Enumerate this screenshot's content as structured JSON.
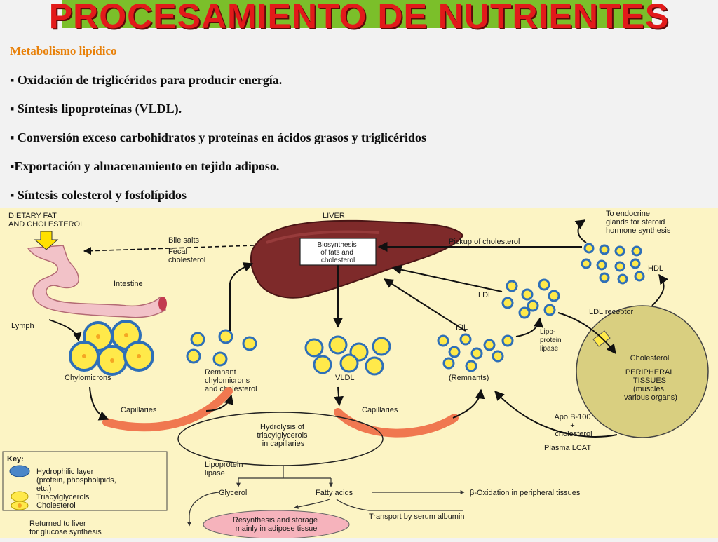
{
  "slide": {
    "title": "PROCESAMIENTO DE NUTRIENTES",
    "subtitle": "Metabolismo lipídico",
    "bullets": [
      "▪ Oxidación de triglicéridos para producir energía.",
      "▪ Síntesis lipoproteínas (VLDL).",
      "▪ Conversión exceso carbohidratos y proteínas en ácidos grasos y triglicéridos",
      "▪Exportación y almacenamiento en tejido adiposo.",
      "▪ Síntesis colesterol y fosfolípidos"
    ]
  },
  "diagram": {
    "dietary_fat": "DIETARY FAT",
    "and_cholesterol": "AND CHOLESTEROL",
    "liver": "LIVER",
    "biosynthesis": [
      "Biosynthesis",
      "of fats and",
      "cholesterol"
    ],
    "bile_salts": "Bile salts",
    "fecal_cholesterol": [
      "Fecal",
      "cholesterol"
    ],
    "intestine": "Intestine",
    "lymph": "Lymph",
    "chylomicrons": "Chylomicrons",
    "remnant": [
      "Remnant",
      "chylomicrons",
      "and cholesterol"
    ],
    "vldl": "VLDL",
    "remnants": "(Remnants)",
    "idl": "IDL",
    "ldl": "LDL",
    "hdl": "HDL",
    "lipo_protein_lipase_right": [
      "Lipo-",
      "protein",
      "lipase"
    ],
    "pickup_cholesterol": "Pickup of cholesterol",
    "to_endocrine": [
      "To endocrine",
      "glands for steroid",
      "hormone synthesis"
    ],
    "ldl_receptor": "LDL receptor",
    "peripheral": [
      "Cholesterol",
      "PERIPHERAL",
      "TISSUES",
      "(muscles,",
      "various organs)"
    ],
    "apo": [
      "Apo B-100",
      "+",
      "cholesterol"
    ],
    "plasma_lcat": "Plasma LCAT",
    "capillaries": "Capillaries",
    "hydrolysis": [
      "Hydrolysis of",
      "triacylglycerols",
      "in capillaries"
    ],
    "lipoprotein_lipase": [
      "Lipoprotein",
      "lipase"
    ],
    "glycerol": "Glycerol",
    "fatty_acids": "Fatty acids",
    "beta_oxidation": "β-Oxidation in peripheral tissues",
    "transport": "Transport by serum albumin",
    "resynthesis": [
      "Resynthesis and storage",
      "mainly in adipose tissue"
    ],
    "returned": [
      "Returned to liver",
      "for glucose synthesis"
    ],
    "key_title": "Key:",
    "key_items": [
      "Hydrophilic layer",
      "(protein, phospholipids,",
      "etc.)",
      "Triacylglycerols",
      "Cholesterol"
    ]
  },
  "colors": {
    "title_red": "#e21a1a",
    "title_band": "#7bbf2a",
    "subtitle_orange": "#e8810a",
    "diagram_bg": "#fcf4c4",
    "liver": "#7e2a2a",
    "intestine": "#f2c2c8",
    "capillary": "#f07850",
    "hydrophilic_blue": "#4a86c8",
    "triacylglycerol_yellow": "#ffe94a",
    "cholesterol_orange": "#f5a623",
    "tissue_olive": "#d9cf80"
  }
}
